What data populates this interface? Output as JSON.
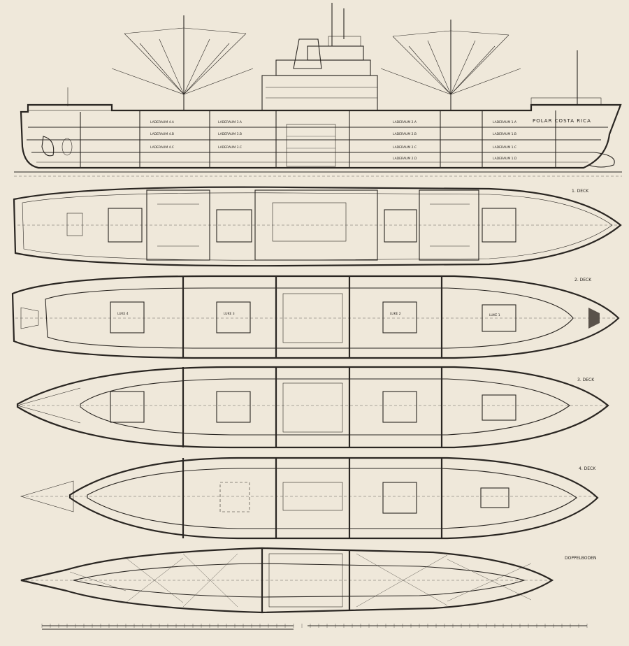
{
  "drawing": {
    "ship_name": "POLAR COSTA RICA",
    "deck_labels": [
      "1. DECK",
      "2. DECK",
      "3. DECK",
      "4. DECK",
      "DOPPELBODEN"
    ],
    "profile_holds": [
      "LADERAUM 4.A",
      "LADERAUM 4.B",
      "LADERAUM 4.C",
      "LADERAUM 3.A",
      "LADERAUM 3.B",
      "LADERAUM 3.C",
      "LADERAUM 2.A",
      "LADERAUM 2.B",
      "LADERAUM 2.C",
      "LADERAUM 2.D",
      "LADERAUM 1.A",
      "LADERAUM 1.B",
      "LADERAUM 1.C",
      "LADERAUM 1.D"
    ],
    "hatch_labels": [
      "LUKE 4",
      "LUKE 3",
      "LUKE 2",
      "LUKE 1"
    ],
    "colors": {
      "paper": "#efe8da",
      "ink": "#2a2622"
    }
  }
}
